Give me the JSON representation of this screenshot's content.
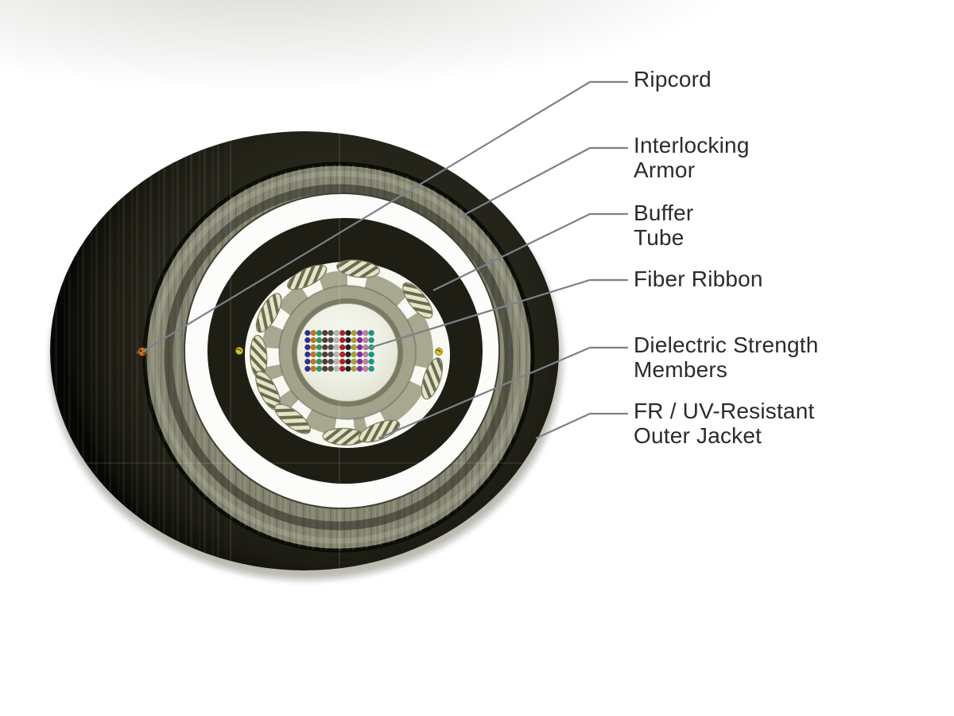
{
  "diagram": {
    "type": "fiber-optic-cable-cross-section",
    "labels": [
      {
        "id": "ripcord",
        "lines": [
          "Ripcord"
        ]
      },
      {
        "id": "interlocking-armor",
        "lines": [
          "Interlocking",
          "Armor"
        ]
      },
      {
        "id": "buffer-tube",
        "lines": [
          "Buffer",
          "Tube"
        ]
      },
      {
        "id": "fiber-ribbon",
        "lines": [
          "Fiber Ribbon"
        ]
      },
      {
        "id": "dielectric-strength-members",
        "lines": [
          "Dielectric Strength",
          "Members"
        ]
      },
      {
        "id": "fr-uv-outer-jacket",
        "lines": [
          "FR / UV-Resistant",
          "Outer Jacket"
        ]
      }
    ],
    "fiber_ribbon": {
      "ribbon_count": 6,
      "fibers_per_ribbon": 12,
      "fiber_colors": [
        {
          "name": "blue",
          "hex": "#2c3192"
        },
        {
          "name": "orange",
          "hex": "#c1742a"
        },
        {
          "name": "green",
          "hex": "#2a9a63"
        },
        {
          "name": "brown",
          "hex": "#573b32"
        },
        {
          "name": "slate",
          "hex": "#4d4d50"
        },
        {
          "name": "white",
          "hex": "#b7b8ad"
        },
        {
          "name": "red",
          "hex": "#b01f26"
        },
        {
          "name": "black",
          "hex": "#232326"
        },
        {
          "name": "yellow",
          "hex": "#a6a431"
        },
        {
          "name": "violet",
          "hex": "#7e2da0"
        },
        {
          "name": "rose",
          "hex": "#c07fa4"
        },
        {
          "name": "aqua",
          "hex": "#119b80"
        }
      ]
    },
    "strength_members": {
      "count": 10,
      "angles_deg": [
        38,
        83,
        117,
        152,
        183,
        207,
        232,
        268,
        291,
        342
      ]
    },
    "palette": {
      "outer_jacket": "#232318",
      "armor": "#83836f",
      "white_ring": "#fcfcfa",
      "inner_ring": "#1e1e14",
      "buffer_tube": "#a3a28b",
      "tube_teeth": "#a8a790",
      "core": "#eef0e4",
      "member_light": "#e4e4c8",
      "member_dark": "#6a6b4f",
      "ripcord_dot": "#ce6f1e",
      "yarn_dot": "#d8c631",
      "leader_line": "#7d808a",
      "label_text": "#2b2a2e"
    }
  }
}
